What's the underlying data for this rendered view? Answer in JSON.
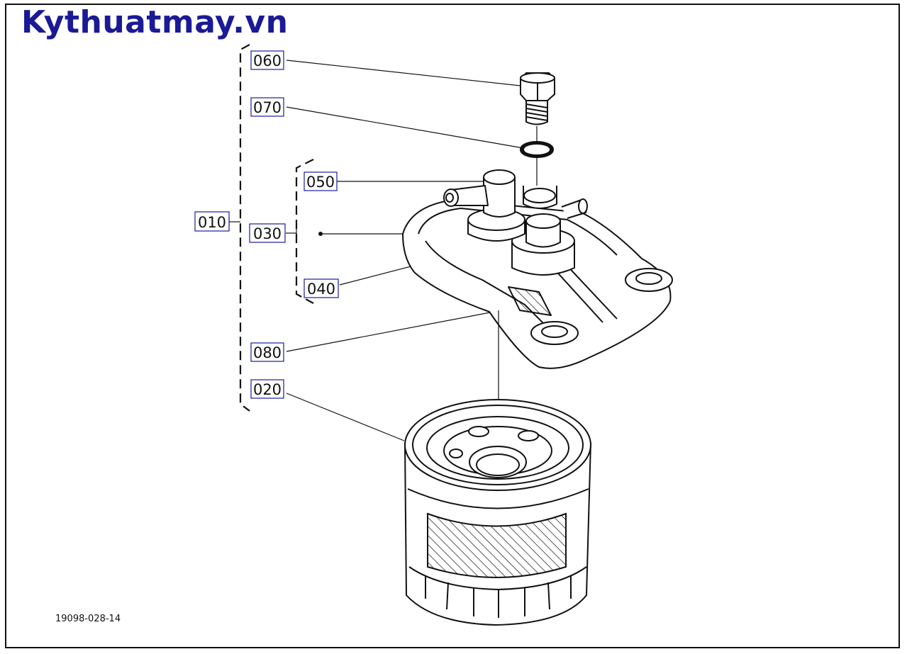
{
  "brand": {
    "text": "Kythuatmay.vn",
    "color": "#1a1a96"
  },
  "drawing_code": "19098-028-14",
  "parts": {
    "p010": "010",
    "p020": "020",
    "p030": "030",
    "p040": "040",
    "p050": "050",
    "p060": "060",
    "p070": "070",
    "p080": "080"
  },
  "colors": {
    "line": "#111111",
    "label_box": "#1a1aa0",
    "background": "#ffffff"
  }
}
